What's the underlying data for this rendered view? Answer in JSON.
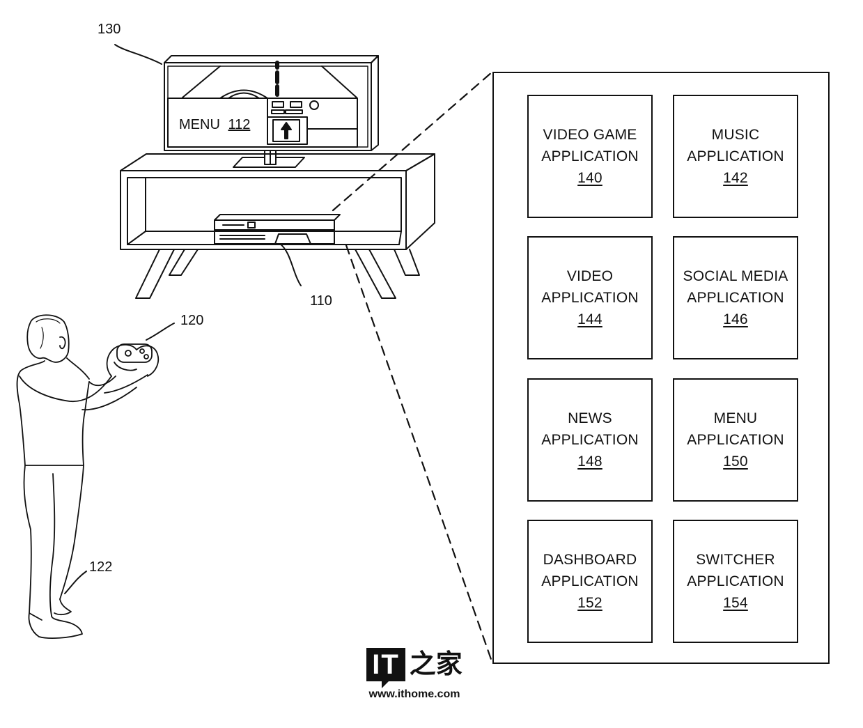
{
  "labels": {
    "display_ref": "130",
    "menu_word": "MENU",
    "menu_ref": "112",
    "console_ref": "110",
    "controller_ref": "120",
    "user_ref": "122"
  },
  "applications": [
    {
      "line1": "VIDEO GAME",
      "line2": "APPLICATION",
      "number": "140"
    },
    {
      "line1": "MUSIC",
      "line2": "APPLICATION",
      "number": "142"
    },
    {
      "line1": "VIDEO",
      "line2": "APPLICATION",
      "number": "144"
    },
    {
      "line1": "SOCIAL MEDIA",
      "line2": "APPLICATION",
      "number": "146"
    },
    {
      "line1": "NEWS",
      "line2": "APPLICATION",
      "number": "148"
    },
    {
      "line1": "MENU",
      "line2": "APPLICATION",
      "number": "150"
    },
    {
      "line1": "DASHBOARD",
      "line2": "APPLICATION",
      "number": "152"
    },
    {
      "line1": "SWITCHER",
      "line2": "APPLICATION",
      "number": "154"
    }
  ],
  "watermark": {
    "logo_latin": "IT",
    "logo_cn": "之家",
    "url": "www.ithome.com"
  }
}
